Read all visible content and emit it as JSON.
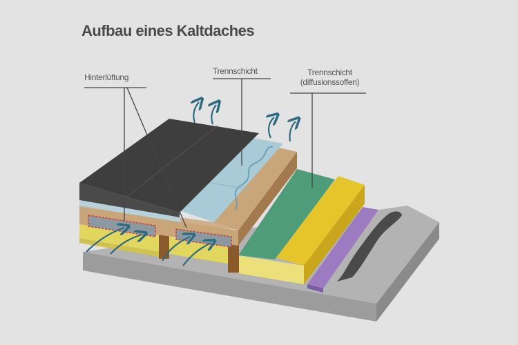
{
  "title": "Aufbau eines Kaltdaches",
  "labels": {
    "ventilation": "Hinterlüftung",
    "separation_layer": "Trennschicht",
    "separation_layer_diffusion_line1": "Trennschicht",
    "separation_layer_diffusion_line2": "(diffusionssoffen)"
  },
  "colors": {
    "background": "#e3e3e3",
    "roof": "#3e3e3e",
    "separation": "#a9cbd8",
    "wood": "#c9a57a",
    "green_membrane": "#4f9c78",
    "insulation": "#e6c52a",
    "purple": "#9c7bc0",
    "base": "#a9a9a9",
    "arrow": "#2e6a80"
  }
}
